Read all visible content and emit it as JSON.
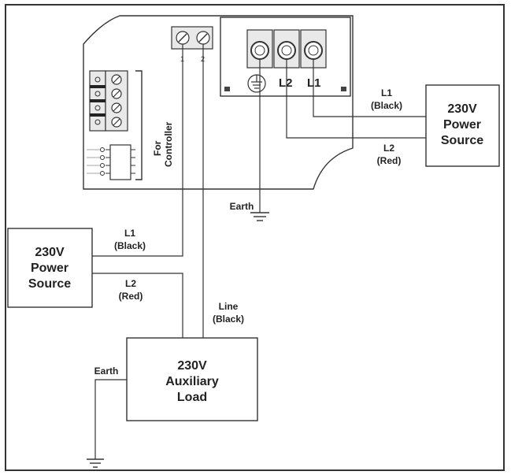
{
  "power_source_right": {
    "line1": "230V",
    "line2": "Power",
    "line3": "Source"
  },
  "power_source_left": {
    "line1": "230V",
    "line2": "Power",
    "line3": "Source"
  },
  "aux_load": {
    "line1": "230V",
    "line2": "Auxiliary",
    "line3": "Load"
  },
  "terminal_labels": {
    "l2": "L2",
    "l1": "L1"
  },
  "relay_terminals": {
    "t1": "1",
    "t2": "2"
  },
  "controller_label": {
    "line1": "For",
    "line2": "Controller"
  },
  "wire_labels": {
    "right_l1": "L1",
    "right_l1_color": "(Black)",
    "right_l2": "L2",
    "right_l2_color": "(Red)",
    "left_l1": "L1",
    "left_l1_color": "(Black)",
    "left_l2": "L2",
    "left_l2_color": "(Red)",
    "line": "Line",
    "line_color": "(Black)",
    "earth_top": "Earth",
    "earth_bottom": "Earth"
  }
}
